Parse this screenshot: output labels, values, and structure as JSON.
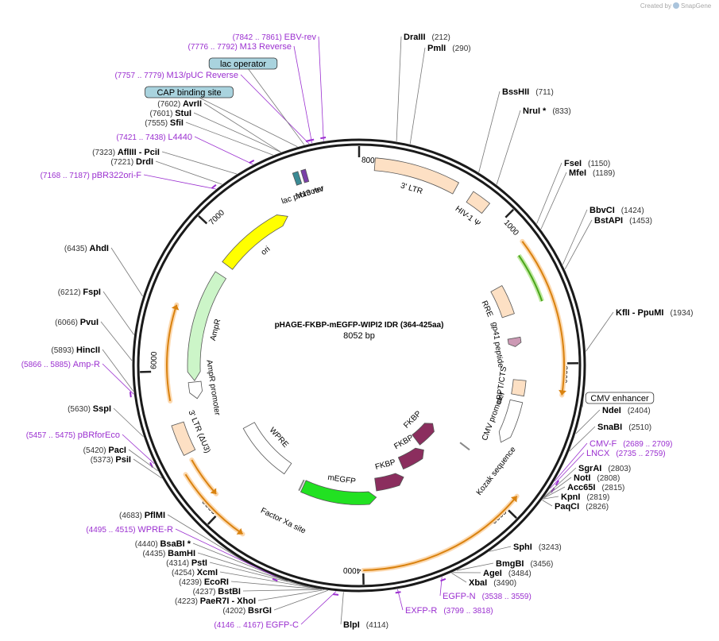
{
  "brand": {
    "created_by": "Created by",
    "name": "SnapGene"
  },
  "plasmid": {
    "name": "pHAGE-FKBP-mEGFP-WIPI2 IDR (364-425aa)",
    "size_label": "8052 bp",
    "length": 8052
  },
  "colors": {
    "purple": "#9b30d0",
    "enzyme_text": "#000000",
    "coord_text": "#333333",
    "ticks": "#222222"
  },
  "ticks": [
    {
      "pos": 0,
      "label": "8000"
    },
    {
      "pos": 1000,
      "label": "1000"
    },
    {
      "pos": 2000,
      "label": "2000"
    },
    {
      "pos": 3000,
      "label": "3000"
    },
    {
      "pos": 4000,
      "label": "4000"
    },
    {
      "pos": 5000,
      "label": "5000"
    },
    {
      "pos": 6000,
      "label": "6000"
    },
    {
      "pos": 7000,
      "label": "7000"
    }
  ],
  "enzymes": [
    {
      "name": "DraIII",
      "coord": "(212)"
    },
    {
      "name": "PmlI",
      "coord": "(290)"
    },
    {
      "name": "BssHII",
      "coord": "(711)"
    },
    {
      "name": "NruI *",
      "coord": "(833)"
    },
    {
      "name": "FseI",
      "coord": "(1150)"
    },
    {
      "name": "MfeI",
      "coord": "(1189)"
    },
    {
      "name": "BbvCI",
      "coord": "(1424)"
    },
    {
      "name": "BstAPI",
      "coord": "(1453)"
    },
    {
      "name": "KflI  - PpuMI",
      "coord": "(1934)"
    },
    {
      "name": "NdeI",
      "coord": "(2404)"
    },
    {
      "name": "SnaBI",
      "coord": "(2510)"
    },
    {
      "name": "SgrAI",
      "coord": "(2803)"
    },
    {
      "name": "NotI",
      "coord": "(2808)"
    },
    {
      "name": "Acc65I",
      "coord": "(2815)"
    },
    {
      "name": "KpnI",
      "coord": "(2819)"
    },
    {
      "name": "PaqCI",
      "coord": "(2826)"
    },
    {
      "name": "SphI",
      "coord": "(3243)"
    },
    {
      "name": "BmgBI",
      "coord": "(3456)"
    },
    {
      "name": "AgeI",
      "coord": "(3484)"
    },
    {
      "name": "XbaI",
      "coord": "(3490)"
    },
    {
      "name": "BlpI",
      "coord": "(4114)"
    },
    {
      "name": "BsrGI",
      "coord": "(4202)"
    },
    {
      "name": "PaeR7I  - XhoI",
      "coord": "(4223)"
    },
    {
      "name": "BstBI",
      "coord": "(4237)"
    },
    {
      "name": "EcoRI",
      "coord": "(4239)"
    },
    {
      "name": "XcmI",
      "coord": "(4254)"
    },
    {
      "name": "PstI",
      "coord": "(4314)"
    },
    {
      "name": "BamHI",
      "coord": "(4435)"
    },
    {
      "name": "BsaBI *",
      "coord": "(4440)"
    },
    {
      "name": "PflMI",
      "coord": "(4683)"
    },
    {
      "name": "PsiI",
      "coord": "(5373)"
    },
    {
      "name": "PacI",
      "coord": "(5420)"
    },
    {
      "name": "SspI",
      "coord": "(5630)"
    },
    {
      "name": "HincII",
      "coord": "(5893)"
    },
    {
      "name": "PvuI",
      "coord": "(6066)"
    },
    {
      "name": "FspI",
      "coord": "(6212)"
    },
    {
      "name": "AhdI",
      "coord": "(6435)"
    },
    {
      "name": "DrdI",
      "coord": "(7221)"
    },
    {
      "name": "AflIII  - PciI",
      "coord": "(7323)"
    },
    {
      "name": "SfiI",
      "coord": "(7555)"
    },
    {
      "name": "StuI",
      "coord": "(7601)"
    },
    {
      "name": "AvrII",
      "coord": "(7602)"
    }
  ],
  "primers": [
    {
      "name": "EBV-rev",
      "range": "(7842 .. 7861)"
    },
    {
      "name": "M13 Reverse",
      "range": "(7776 .. 7792)"
    },
    {
      "name": "M13/pUC Reverse",
      "range": "(7757 .. 7779)"
    },
    {
      "name": "L4440",
      "range": "(7421 .. 7438)"
    },
    {
      "name": "pBR322ori-F",
      "range": "(7168 .. 7187)"
    },
    {
      "name": "Amp-R",
      "range": "(5866 .. 5885)"
    },
    {
      "name": "pBRforEco",
      "range": "(5457 .. 5475)"
    },
    {
      "name": "WPRE-R",
      "range": "(4495 .. 4515)"
    },
    {
      "name": "EGFP-C",
      "range": "(4146 .. 4167)"
    },
    {
      "name": "EXFP-R",
      "range": "(3799 .. 3818)"
    },
    {
      "name": "EGFP-N",
      "range": "(3538 .. 3559)"
    },
    {
      "name": "CMV-F",
      "range": "(2689 .. 2709)"
    },
    {
      "name": "LNCX",
      "range": "(2735 .. 2759)"
    }
  ],
  "boxed_labels": [
    {
      "name": "lac operator",
      "fill": "#a9d3de"
    },
    {
      "name": "CAP binding site",
      "fill": "#a9d3de"
    },
    {
      "name": "CMV enhancer",
      "fill": "#ffffff"
    }
  ],
  "features": [
    {
      "name": "3' LTR",
      "start": 100,
      "end": 640,
      "kind": "box",
      "color": "#fde0c4"
    },
    {
      "name": "HIV-1 Ψ",
      "start": 745,
      "end": 870,
      "kind": "box",
      "color": "#fde0c4"
    },
    {
      "name": "RRE",
      "start": 1360,
      "end": 1600,
      "kind": "box",
      "color": "#fde0c4"
    },
    {
      "name": "gp41 peptide",
      "start": 1790,
      "end": 1860,
      "kind": "arrow",
      "color": "#cc99b4"
    },
    {
      "name": "cPPT/CTS",
      "start": 2130,
      "end": 2250,
      "kind": "box",
      "color": "#fde0c4"
    },
    {
      "name": "CMV promoter",
      "start": 2300,
      "end": 2650,
      "kind": "arrow",
      "color": "#ffffff"
    },
    {
      "name": "Kozak sequence",
      "start": 2850,
      "end": 2860,
      "kind": "mark",
      "color": "#888888"
    },
    {
      "name": "FKBP",
      "start": 2870,
      "end": 3190,
      "kind": "arrow",
      "color": "#8b2e5e"
    },
    {
      "name": "FKBP",
      "start": 3190,
      "end": 3510,
      "kind": "arrow",
      "color": "#8b2e5e"
    },
    {
      "name": "FKBP",
      "start": 3540,
      "end": 3850,
      "kind": "arrow",
      "color": "#8b2e5e"
    },
    {
      "name": "mEGFP",
      "start": 3860,
      "end": 4580,
      "kind": "arrow",
      "color": "#22e122"
    },
    {
      "name": "Factor Xa site",
      "start": 4600,
      "end": 4615,
      "kind": "mark",
      "color": "#888888"
    },
    {
      "name": "WPRE",
      "start": 4800,
      "end": 5400,
      "kind": "box",
      "color": "#ffffff"
    },
    {
      "name": "3' LTR (ΔU3)",
      "start": 5430,
      "end": 5640,
      "kind": "box",
      "color": "#fde0c4"
    },
    {
      "name": "AmpR promoter",
      "start": 5780,
      "end": 5910,
      "kind": "arrow",
      "color": "#ffffff"
    },
    {
      "name": "AmpR",
      "start": 5920,
      "end": 6780,
      "kind": "arrow",
      "color": "#ccf5c8"
    },
    {
      "name": "ori",
      "start": 6870,
      "end": 7480,
      "kind": "arrow",
      "color": "#ffff00"
    },
    {
      "name": "lac promoter",
      "start": 7625,
      "end": 7660,
      "kind": "box",
      "color": "#3a8a94"
    },
    {
      "name": "M13 rev",
      "start": 7680,
      "end": 7710,
      "kind": "box",
      "color": "#7a3fa8"
    }
  ],
  "orf_arcs": [
    {
      "start": 1180,
      "end": 2200,
      "dir": 1
    },
    {
      "start": 2900,
      "end": 4000,
      "dir": -1
    },
    {
      "start": 4800,
      "end": 5320,
      "dir": -1
    },
    {
      "start": 5100,
      "end": 5380,
      "dir": -1
    },
    {
      "start": 5800,
      "end": 6450,
      "dir": 1
    }
  ],
  "green_arc": {
    "start": 1240,
    "end": 1580
  }
}
